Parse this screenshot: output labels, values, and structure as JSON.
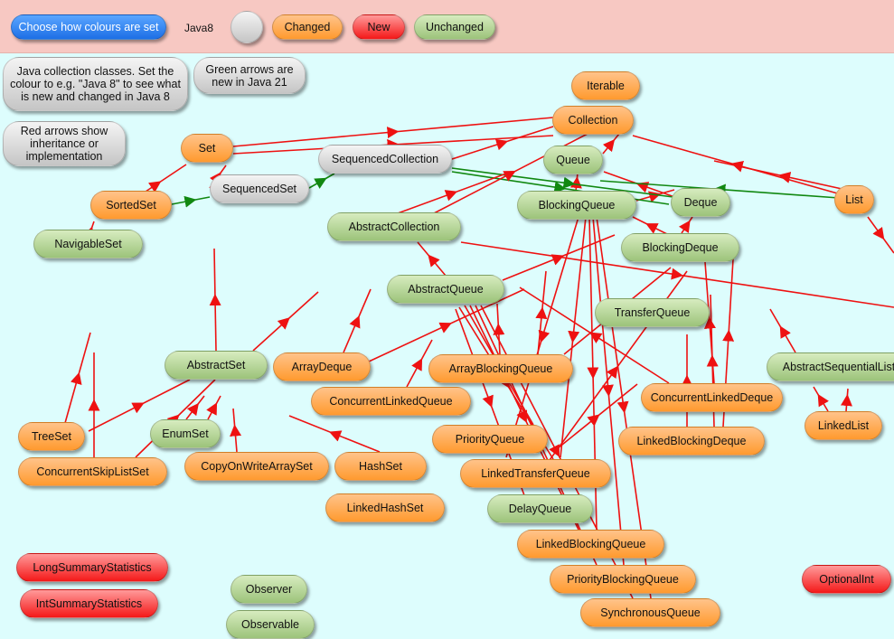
{
  "toolbar": {
    "choose_button": "Choose how colours are set",
    "mode": "Java8",
    "legend": {
      "changed": "Changed",
      "new": "New",
      "unchanged": "Unchanged"
    }
  },
  "notes": {
    "intro": "Java collection classes. Set the colour to e.g. \"Java 8\" to see what is new and changed in Java 8",
    "green_arrows": "Green arrows are new in Java 21",
    "red_arrows": "Red arrows show inheritance or implementation"
  },
  "colors": {
    "changed": "#ffa54a",
    "new": "#f82a2a",
    "unchanged": "#acd08a",
    "neutral": "#d6d6d6",
    "accent": "#2f86f6",
    "arrow_red": "#ee1111",
    "arrow_green": "#118811"
  },
  "nodes": {
    "iterable": "Iterable",
    "collection": "Collection",
    "set": "Set",
    "sequenced_collection": "SequencedCollection",
    "queue": "Queue",
    "sorted_set": "SortedSet",
    "sequenced_set": "SequencedSet",
    "blocking_queue": "BlockingQueue",
    "deque": "Deque",
    "list": "List",
    "navigable_set": "NavigableSet",
    "abstract_collection": "AbstractCollection",
    "blocking_deque": "BlockingDeque",
    "abstract_queue": "AbstractQueue",
    "transfer_queue": "TransferQueue",
    "abstract_set": "AbstractSet",
    "array_deque": "ArrayDeque",
    "array_blocking_queue": "ArrayBlockingQueue",
    "abstract_sequential_list": "AbstractSequentialList",
    "concurrent_linked_queue": "ConcurrentLinkedQueue",
    "concurrent_linked_deque": "ConcurrentLinkedDeque",
    "tree_set": "TreeSet",
    "enum_set": "EnumSet",
    "priority_queue": "PriorityQueue",
    "linked_blocking_deque": "LinkedBlockingDeque",
    "linked_list": "LinkedList",
    "concurrent_skip_list_set": "ConcurrentSkipListSet",
    "copy_on_write_array_set": "CopyOnWriteArraySet",
    "hash_set": "HashSet",
    "linked_transfer_queue": "LinkedTransferQueue",
    "linked_hash_set": "LinkedHashSet",
    "delay_queue": "DelayQueue",
    "linked_blocking_queue": "LinkedBlockingQueue",
    "long_summary_statistics": "LongSummaryStatistics",
    "observer": "Observer",
    "priority_blocking_queue": "PriorityBlockingQueue",
    "optional_int": "OptionalInt",
    "int_summary_statistics": "IntSummaryStatistics",
    "synchronous_queue": "SynchronousQueue",
    "observable": "Observable"
  }
}
